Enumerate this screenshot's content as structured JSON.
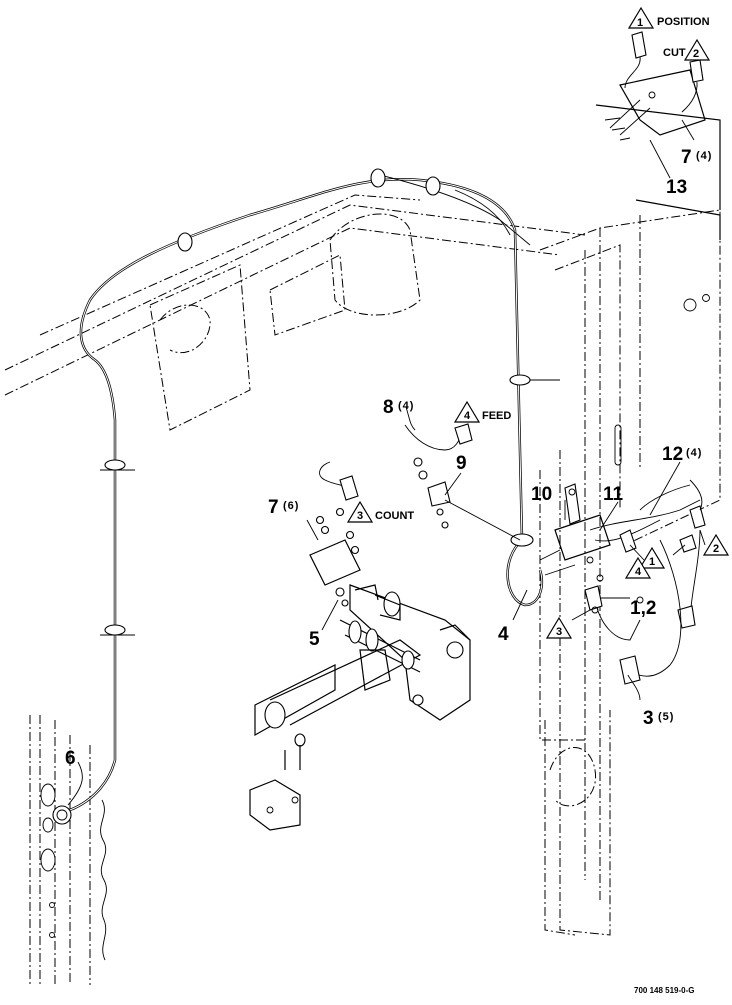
{
  "callouts": {
    "c1_2": "1,2",
    "c3": "3",
    "c3_qty": "(5)",
    "c4": "4",
    "c5": "5",
    "c6": "6",
    "c7_left": "7",
    "c7_left_qty": "(6)",
    "c7_right": "7",
    "c7_right_qty": "(4)",
    "c8": "8",
    "c8_qty": "(4)",
    "c9": "9",
    "c10": "10",
    "c11": "11",
    "c12": "12",
    "c12_qty": "(4)",
    "c13": "13"
  },
  "notes": {
    "position": "POSITION",
    "cut": "CUT",
    "feed": "FEED",
    "count": "COUNT"
  },
  "note_numbers": {
    "n1": "1",
    "n2": "2",
    "n3": "3",
    "n4": "4"
  },
  "drawing_number": "700 148 519-0-G"
}
